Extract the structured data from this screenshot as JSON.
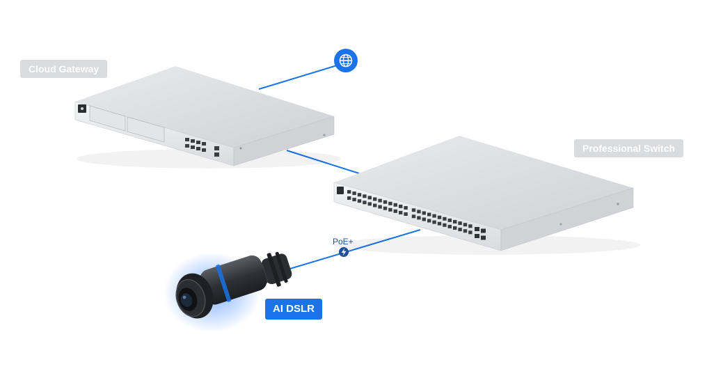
{
  "labels": {
    "cloud_gateway": "Cloud Gateway",
    "professional_switch": "Professional Switch",
    "ai_dslr": "AI DSLR",
    "poe": "PoE+"
  },
  "icons": {
    "internet": "globe-icon",
    "power": "lightning-bolt-icon"
  },
  "colors": {
    "link_line": "#1a73e8",
    "accent_blue": "#1a73e8",
    "label_grey": "#dadbdd",
    "poe_text": "#1e4f9a",
    "camera_glow": "#2f7bff"
  }
}
